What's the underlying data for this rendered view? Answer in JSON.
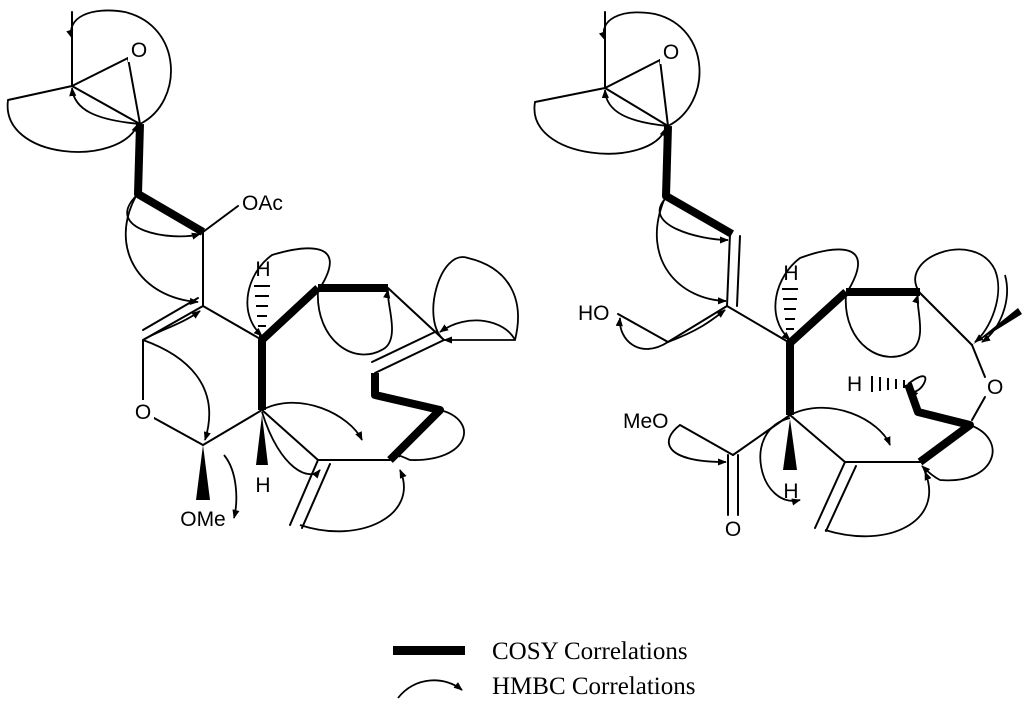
{
  "left_structure": {
    "labels": {
      "epoxide_o": "O",
      "oac": "OAc",
      "h_top": "H",
      "ring_o": "O",
      "h_bottom": "H",
      "ome": "OMe"
    }
  },
  "right_structure": {
    "labels": {
      "epoxide_o": "O",
      "h_top": "H",
      "ho": "HO",
      "h_ether": "H",
      "ether_o": "O",
      "meo": "MeO",
      "h_bottom": "H",
      "carbonyl_o": "O"
    }
  },
  "legend": {
    "cosy_label": "COSY Correlations",
    "hmbc_label": "HMBC Correlations"
  }
}
